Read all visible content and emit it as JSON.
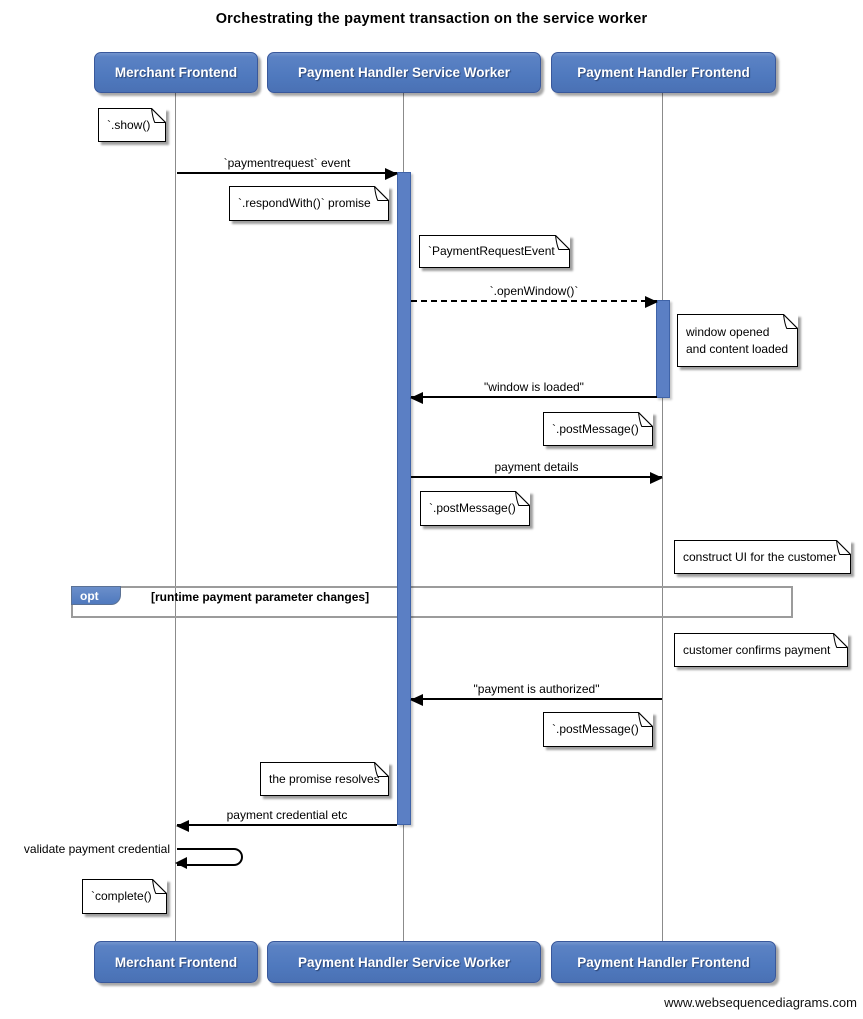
{
  "title": "Orchestrating the payment transaction on the service worker",
  "footer": "www.websequencediagrams.com",
  "participants": [
    {
      "label": "Merchant Frontend"
    },
    {
      "label": "Payment Handler Service Worker"
    },
    {
      "label": "Payment Handler Frontend"
    }
  ],
  "frame": {
    "operator": "opt",
    "condition": "[runtime payment parameter changes]"
  },
  "messages": [
    {
      "label": "`paymentrequest` event",
      "from": "Merchant Frontend",
      "to": "Payment Handler Service Worker",
      "line": "solid"
    },
    {
      "label": "`.openWindow()`",
      "from": "Payment Handler Service Worker",
      "to": "Payment Handler Frontend",
      "line": "dashed"
    },
    {
      "label": "\"window is loaded\"",
      "from": "Payment Handler Frontend",
      "to": "Payment Handler Service Worker",
      "line": "solid"
    },
    {
      "label": "payment details",
      "from": "Payment Handler Service Worker",
      "to": "Payment Handler Frontend",
      "line": "solid"
    },
    {
      "label": "\"payment is authorized\"",
      "from": "Payment Handler Frontend",
      "to": "Payment Handler Service Worker",
      "line": "solid"
    },
    {
      "label": "payment credential etc",
      "from": "Payment Handler Service Worker",
      "to": "Merchant Frontend",
      "line": "solid"
    },
    {
      "label": "validate payment credential",
      "from": "Merchant Frontend",
      "to": "Merchant Frontend",
      "line": "self"
    }
  ],
  "notes": [
    "`.show()`",
    "`.respondWith()` promise",
    "`PaymentRequestEvent`",
    "window opened\nand content loaded",
    "`.postMessage()`",
    "`.postMessage()`",
    "construct UI for the customer",
    "customer confirms payment",
    "`.postMessage()`",
    "the promise resolves",
    "`complete()`"
  ],
  "colors": {
    "participant_fill": "#4f79be",
    "participant_border": "#39589b",
    "activation_fill": "#5b7fc4",
    "lifeline": "#8b8b8b",
    "frame_border": "#9b9b9b",
    "note_fill": "#ffffff",
    "arrow": "#000000"
  }
}
